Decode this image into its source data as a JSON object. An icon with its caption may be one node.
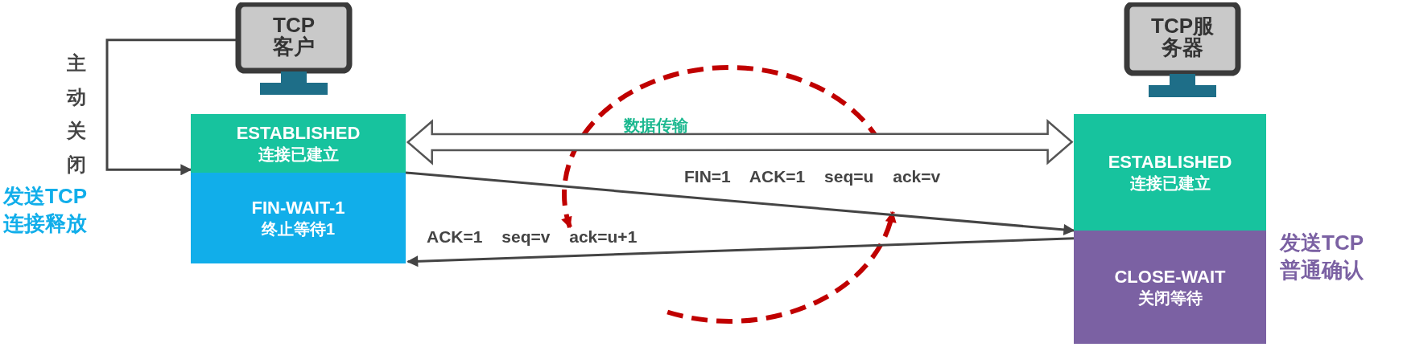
{
  "diagram": {
    "nodes": [
      {
        "text": [
          "TCP客户"
        ]
      },
      {
        "text": [
          "ESTABLISHED",
          "连接已建立"
        ]
      },
      {
        "text": [
          "FIN-WAIT-1",
          "终止等待1"
        ]
      },
      {
        "text": [
          "TCP服务器"
        ]
      },
      {
        "text": [
          "ESTABLISHED",
          "连接已建立"
        ]
      },
      {
        "text": [
          "CLOSE-WAIT",
          "关闭等待"
        ]
      }
    ],
    "edges": [
      {
        "from": 0,
        "to": 1,
        "arrow": "to",
        "label": "主动关闭"
      },
      {
        "from": 1,
        "to": 4,
        "arrow": "both",
        "label": "数据传输",
        "style": "thick"
      },
      {
        "from": 2,
        "to": 5,
        "arrow": "to",
        "label": "FIN=1 ACK=1 seq=u ack=v"
      },
      {
        "from": 5,
        "to": 2,
        "arrow": "to",
        "label": "ACK=1 seq=v ack=u+1"
      }
    ],
    "labels": [
      "发送TCP连接释放",
      "发送TCP普通确认"
    ]
  }
}
